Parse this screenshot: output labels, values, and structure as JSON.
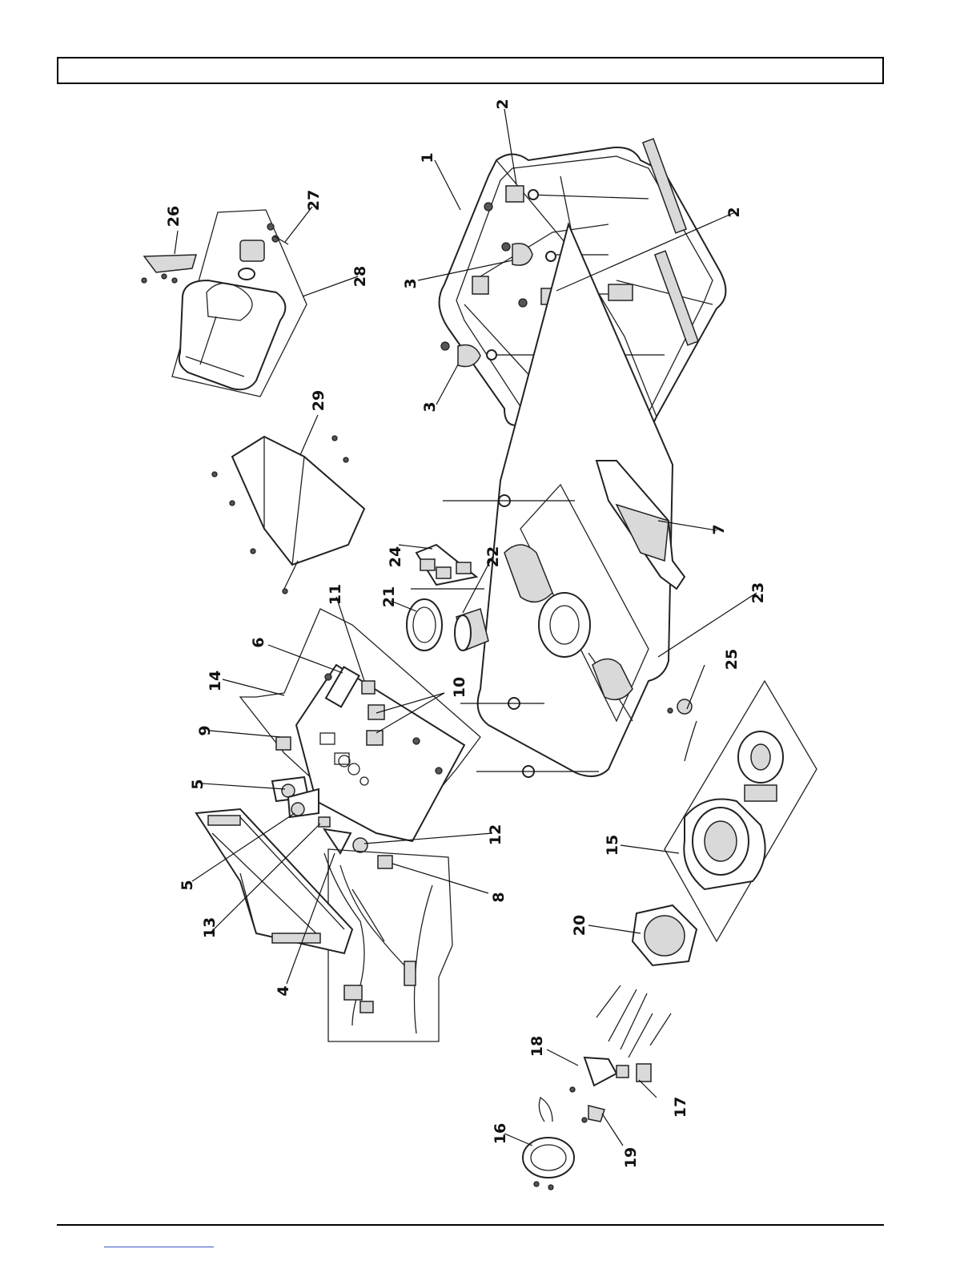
{
  "page": {
    "title_bar_text": "",
    "footer_link_text": ""
  },
  "diagram": {
    "callouts": [
      {
        "id": "c1",
        "text": "1"
      },
      {
        "id": "c2a",
        "text": "2"
      },
      {
        "id": "c2b",
        "text": "2"
      },
      {
        "id": "c3a",
        "text": "3"
      },
      {
        "id": "c3b",
        "text": "3"
      },
      {
        "id": "c4",
        "text": "4"
      },
      {
        "id": "c5a",
        "text": "5"
      },
      {
        "id": "c5b",
        "text": "5"
      },
      {
        "id": "c6",
        "text": "6"
      },
      {
        "id": "c7",
        "text": "7"
      },
      {
        "id": "c8",
        "text": "8"
      },
      {
        "id": "c9",
        "text": "9"
      },
      {
        "id": "c10",
        "text": "10"
      },
      {
        "id": "c11",
        "text": "11"
      },
      {
        "id": "c12",
        "text": "12"
      },
      {
        "id": "c13",
        "text": "13"
      },
      {
        "id": "c14",
        "text": "14"
      },
      {
        "id": "c15",
        "text": "15"
      },
      {
        "id": "c16",
        "text": "16"
      },
      {
        "id": "c17",
        "text": "17"
      },
      {
        "id": "c18",
        "text": "18"
      },
      {
        "id": "c19",
        "text": "19"
      },
      {
        "id": "c20",
        "text": "20"
      },
      {
        "id": "c21",
        "text": "21"
      },
      {
        "id": "c22",
        "text": "22"
      },
      {
        "id": "c23",
        "text": "23"
      },
      {
        "id": "c24",
        "text": "24"
      },
      {
        "id": "c25",
        "text": "25"
      },
      {
        "id": "c26",
        "text": "26"
      },
      {
        "id": "c27",
        "text": "27"
      },
      {
        "id": "c28",
        "text": "28"
      },
      {
        "id": "c29",
        "text": "29"
      }
    ]
  }
}
